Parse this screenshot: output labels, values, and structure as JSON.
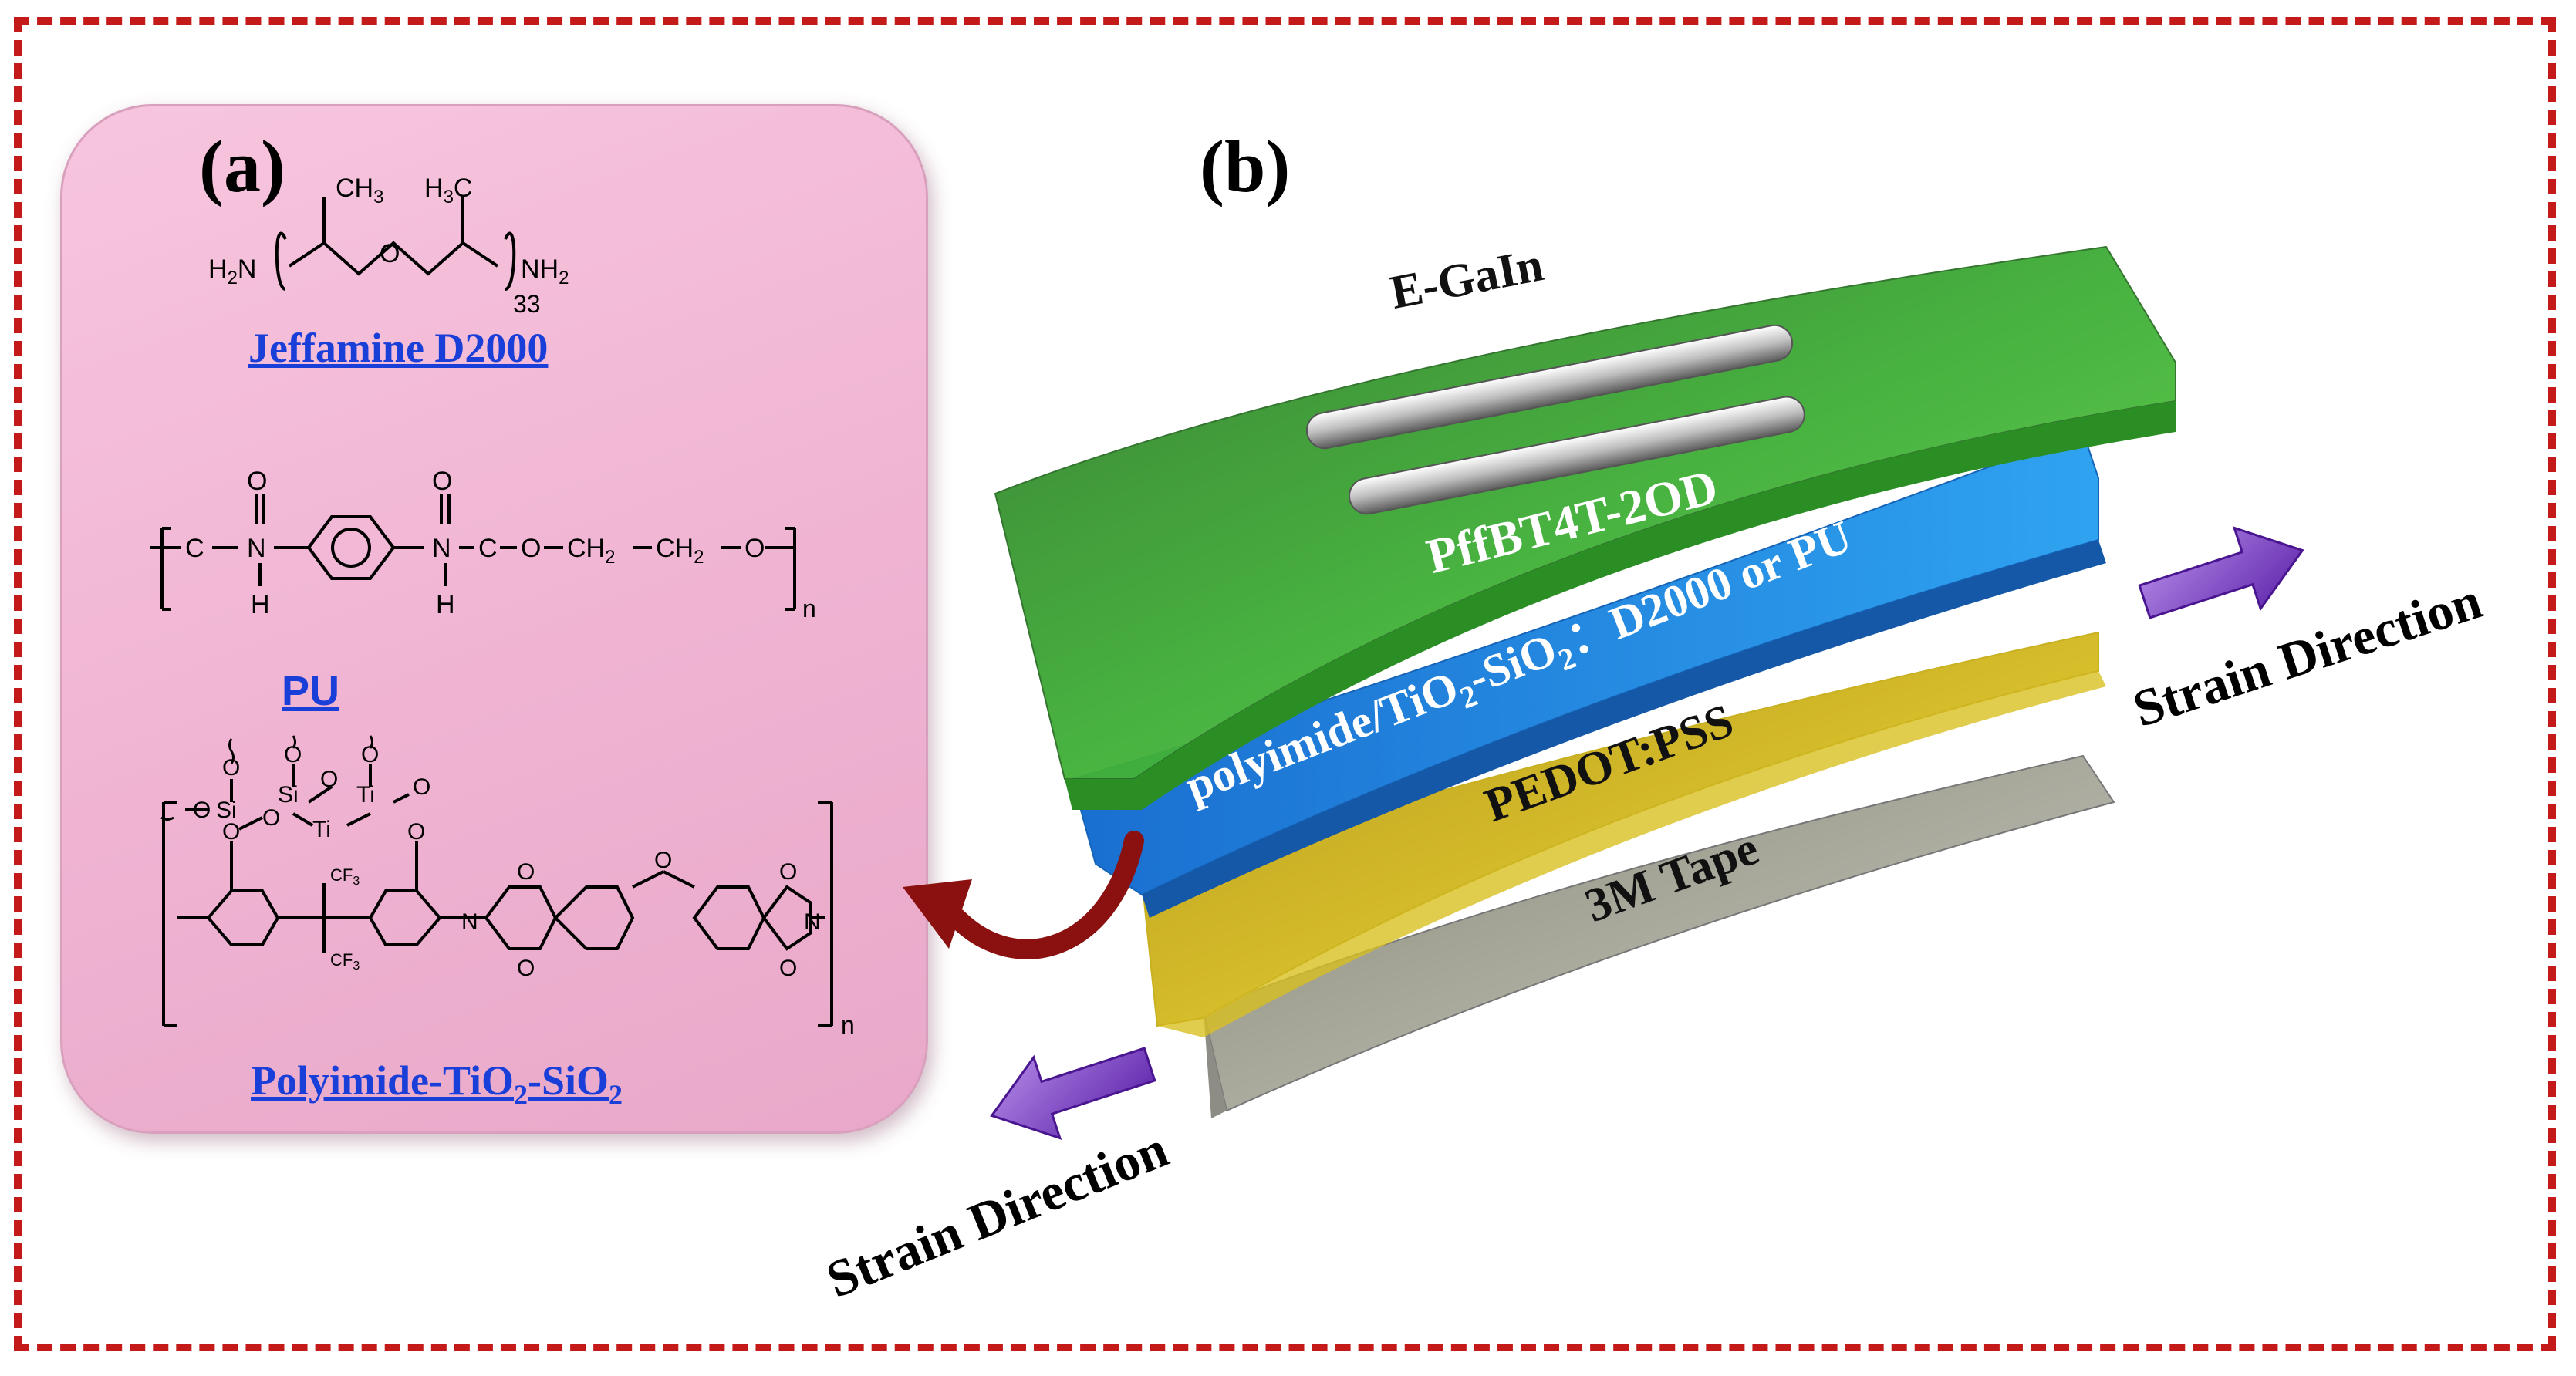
{
  "panels": {
    "a": {
      "label": "(a)",
      "compounds": [
        {
          "name": "Jeffamine D2000",
          "repeat_index": "33"
        },
        {
          "name": "PU",
          "repeat_index": "n"
        },
        {
          "name_main": "Polyimide-TiO",
          "sub1": "2",
          "mid": "-SiO",
          "sub2": "2",
          "repeat_index": "n"
        }
      ],
      "atoms": {
        "ch3": "CH",
        "ch3_sub": "3",
        "h3c": "H",
        "h3c_sub": "3",
        "c_after": "C",
        "h2n": "H",
        "h2n_sub": "2",
        "n": "N",
        "o": "O",
        "nh2": "NH",
        "nh2_sub": "2",
        "c": "C",
        "h": "H",
        "ch2": "CH",
        "ch2_sub": "2",
        "si": "Si",
        "ti": "Ti",
        "cf3": "CF",
        "cf3_sub": "3"
      }
    },
    "b": {
      "label": "(b)",
      "electrode": "E-GaIn",
      "layers": [
        {
          "name": "PffBT4T-2OD",
          "color": "#3fa83a"
        },
        {
          "text1": "polyimide/TiO",
          "sub1": "2",
          "text2": "-SiO",
          "sub2": "2",
          "text3": "：D2000 or PU",
          "color": "#1e88e5"
        },
        {
          "name": "PEDOT:PSS",
          "color": "#e8d21e"
        },
        {
          "name": "3M Tape",
          "color": "#9e9e9e"
        }
      ],
      "strain_label_right": "Strain Direction",
      "strain_label_left": "Strain Direction"
    }
  },
  "colors": {
    "frame": "#c41a1a",
    "panel_bg": "#f2b8d6",
    "compound_name": "#1a3fd9",
    "arrow": "#7a2fc0",
    "curved_arrow": "#8b1010"
  }
}
